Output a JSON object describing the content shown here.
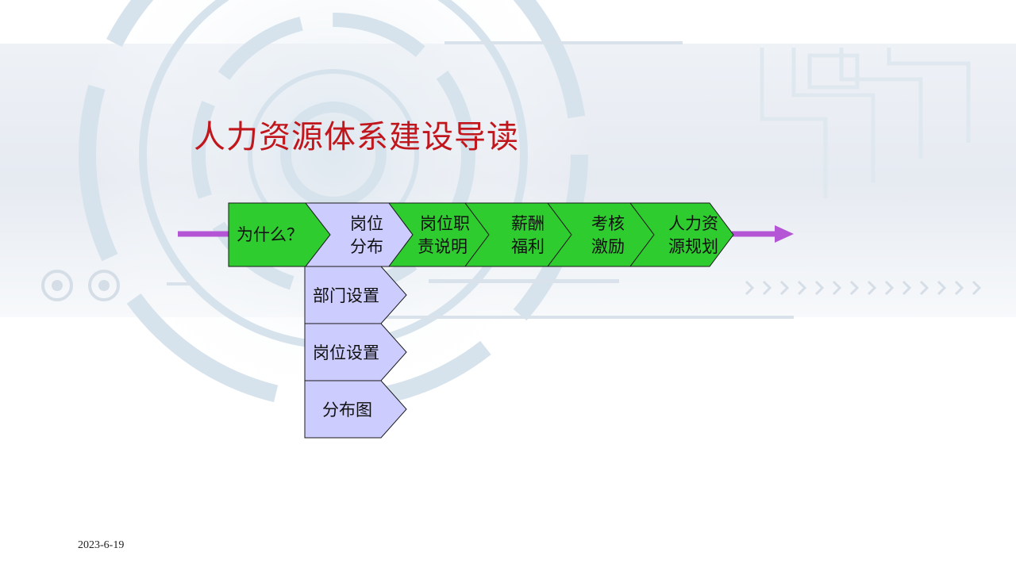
{
  "slide": {
    "title": "人力资源体系建设导读",
    "date": "2023-6-19"
  },
  "flow": {
    "start": "为什么？",
    "current_step": [
      "岗位",
      "分布"
    ],
    "steps": [
      {
        "lines": [
          "岗位职",
          "责说明"
        ]
      },
      {
        "lines": [
          "薪酬",
          "福利"
        ]
      },
      {
        "lines": [
          "考核",
          "激励"
        ]
      },
      {
        "lines": [
          "人力资",
          "源规划"
        ]
      }
    ],
    "sub_steps": [
      "部门设置",
      "岗位设置",
      "分布图"
    ]
  },
  "colors": {
    "title": "#c0161c",
    "green": "#2fcc2f",
    "lavender": "#ccccff",
    "arrow": "#b455d6"
  }
}
